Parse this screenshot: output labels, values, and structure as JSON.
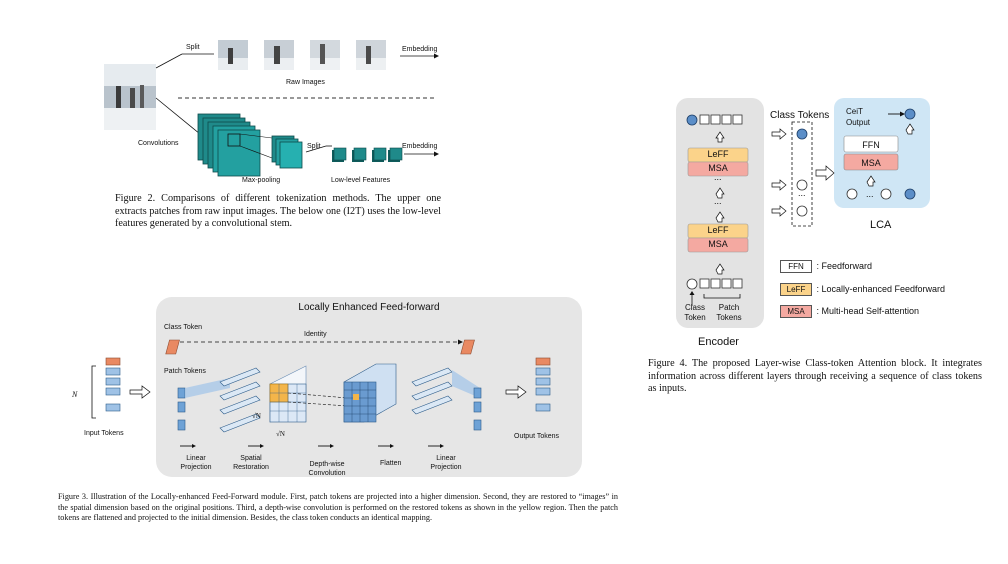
{
  "fig2": {
    "split_top": "Split",
    "embedding_top": "Embedding",
    "raw_images": "Raw Images",
    "convolutions": "Convolutions",
    "max_pooling": "Max-pooling",
    "split_bottom": "Split",
    "embedding_bottom": "Embedding",
    "low_level_features": "Low-level Features",
    "caption": "Figure 2. Comparisons of different tokenization methods. The upper one extracts patches from raw input images. The below one (I2T) uses the low-level features generated by a convolutional stem."
  },
  "fig3": {
    "title": "Locally Enhanced Feed-forward",
    "class_token": "Class Token",
    "identity": "Identity",
    "patch_tokens": "Patch Tokens",
    "n_label": "N",
    "sqrt_n": "√N",
    "input_tokens": "Input Tokens",
    "output_tokens": "Output Tokens",
    "stages": [
      "Linear Projection",
      "Spatial Restoration",
      "Depth-wise Convolution",
      "Flatten",
      "Linear Projection"
    ],
    "caption": "Figure 3. Illustration of the Locally-enhanced Feed-Forward module. First, patch tokens are projected into a higher dimension. Second, they are restored to “images” in the spatial dimension based on the original positions. Third, a depth-wise convolution is performed on the restored tokens as shown in the yellow region. Then the patch tokens are flattened and projected to the initial dimension. Besides, the class token conducts an identical mapping."
  },
  "fig4": {
    "class_tokens": "Class Tokens",
    "ceit_output": "CeiT Output",
    "leff": "LeFF",
    "msa": "MSA",
    "ffn": "FFN",
    "dots": "...",
    "lca": "LCA",
    "encoder": "Encoder",
    "class_token_label": "Class Token",
    "patch_tokens_label": "Patch Tokens",
    "legend": [
      {
        "key": "FFN",
        "text": ": Feedforward"
      },
      {
        "key": "LeFF",
        "text": ": Locally-enhanced Feedforward"
      },
      {
        "key": "MSA",
        "text": ": Multi-head Self-attention"
      }
    ],
    "caption": "Figure 4. The proposed Layer-wise Class-token Attention block. It integrates information across different layers through receiving a sequence of class tokens as inputs."
  },
  "colors": {
    "leff": "#fbd38a",
    "msa": "#f4a9a1",
    "encoder_bg": "#e3e3e3",
    "lca_bg": "#cfe6f5",
    "token_blue": "#5b8ec8",
    "class_orange": "#e98962"
  }
}
